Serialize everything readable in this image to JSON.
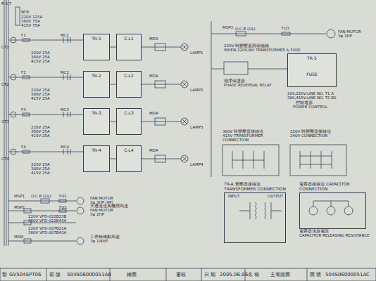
{
  "diagram": {
    "nodes": [
      {
        "text": [
          "TR-1"
        ]
      },
      {
        "text": [
          "C-L1"
        ]
      },
      {
        "text": [
          "TR-2"
        ]
      },
      {
        "text": [
          "C-L2"
        ]
      },
      {
        "text": [
          "TR-3"
        ]
      },
      {
        "text": [
          "C-L3"
        ]
      },
      {
        "text": [
          "TR-4"
        ]
      },
      {
        "text": [
          "C-L4"
        ]
      },
      {
        "text": [
          "TR-5",
          "FUSE"
        ]
      },
      {
        "text": [
          "TR-A 變壓器接線法 TRANSFORMER CONNECTION"
        ]
      },
      {
        "text": [
          "電容器接線法 CAPACITOR CONNECTION"
        ]
      }
    ],
    "edges": [
      {
        "from": 0,
        "to": 1,
        "arrow": "none"
      },
      {
        "from": 2,
        "to": 3,
        "arrow": "none"
      },
      {
        "from": 4,
        "to": 5,
        "arrow": "none"
      },
      {
        "from": 6,
        "to": 7,
        "arrow": "none"
      }
    ],
    "labels": [
      "R S T",
      "NFB",
      "220V 125A",
      "380V 75A",
      "415V 75A",
      "CT1",
      "F1",
      "220V 25A",
      "380V 25A",
      "415V 25A",
      "MC1",
      "MDA",
      "LAMP1",
      "CT2",
      "F2",
      "220V 25A",
      "380V 25A",
      "415V 25A",
      "MC2",
      "MDA",
      "LAMP2",
      "CT3",
      "F3",
      "220V 25A",
      "380V 25A",
      "415V 25A",
      "MC3",
      "MDA",
      "LAMP3",
      "CT4",
      "F4",
      "220V 25A",
      "380V 25A",
      "415V 25A",
      "MC4",
      "MDA",
      "LAMP4",
      "MSP1",
      "O.C.R (OL)",
      "FU1",
      "FAN MOTOR",
      "3φ 3HP (4P)",
      "MSP2",
      "FU2",
      "220V VFD-022B23B",
      "380V VFD-022B43A",
      "大通道送風機用馬達",
      "FAN MOTOR",
      "3φ 2HP",
      "MSM",
      "220V VFD-007B21A",
      "380V VFD-007B43A",
      "工作檯傳動馬達",
      "3φ 1/4HP",
      "MSP3",
      "O.C.R (OL)",
      "FU3",
      "FAN MOTOR",
      "3φ 3HP",
      "220V 時變壓器與保險絲",
      "WHEN 220V,NO TRANSFORMER & FUSE",
      "相序保護器",
      "PHASE REVERSAL RELAY",
      "200,220V:LINE NO. T1 A",
      "380,415V:LINE NO. T2 B0",
      "控制電源",
      "POWER CONTROL",
      "380V 時變壓器接線法",
      "415V TRANSFORMER",
      "CONNECTION",
      "220V 時變壓器接線法",
      "240V CONNECTION",
      "INPUT",
      "OUTPUT",
      "電容器洩放電阻",
      "CAPACITOR RELEASING RESISTANCE",
      "型",
      "GV504SPT06",
      "前 版",
      "504S06000051AB",
      "繪圖",
      "審核",
      "日 期",
      "2005.06.06",
      "名 稱",
      "主電路圖",
      "圖 號",
      "504S06000051AC"
    ]
  }
}
